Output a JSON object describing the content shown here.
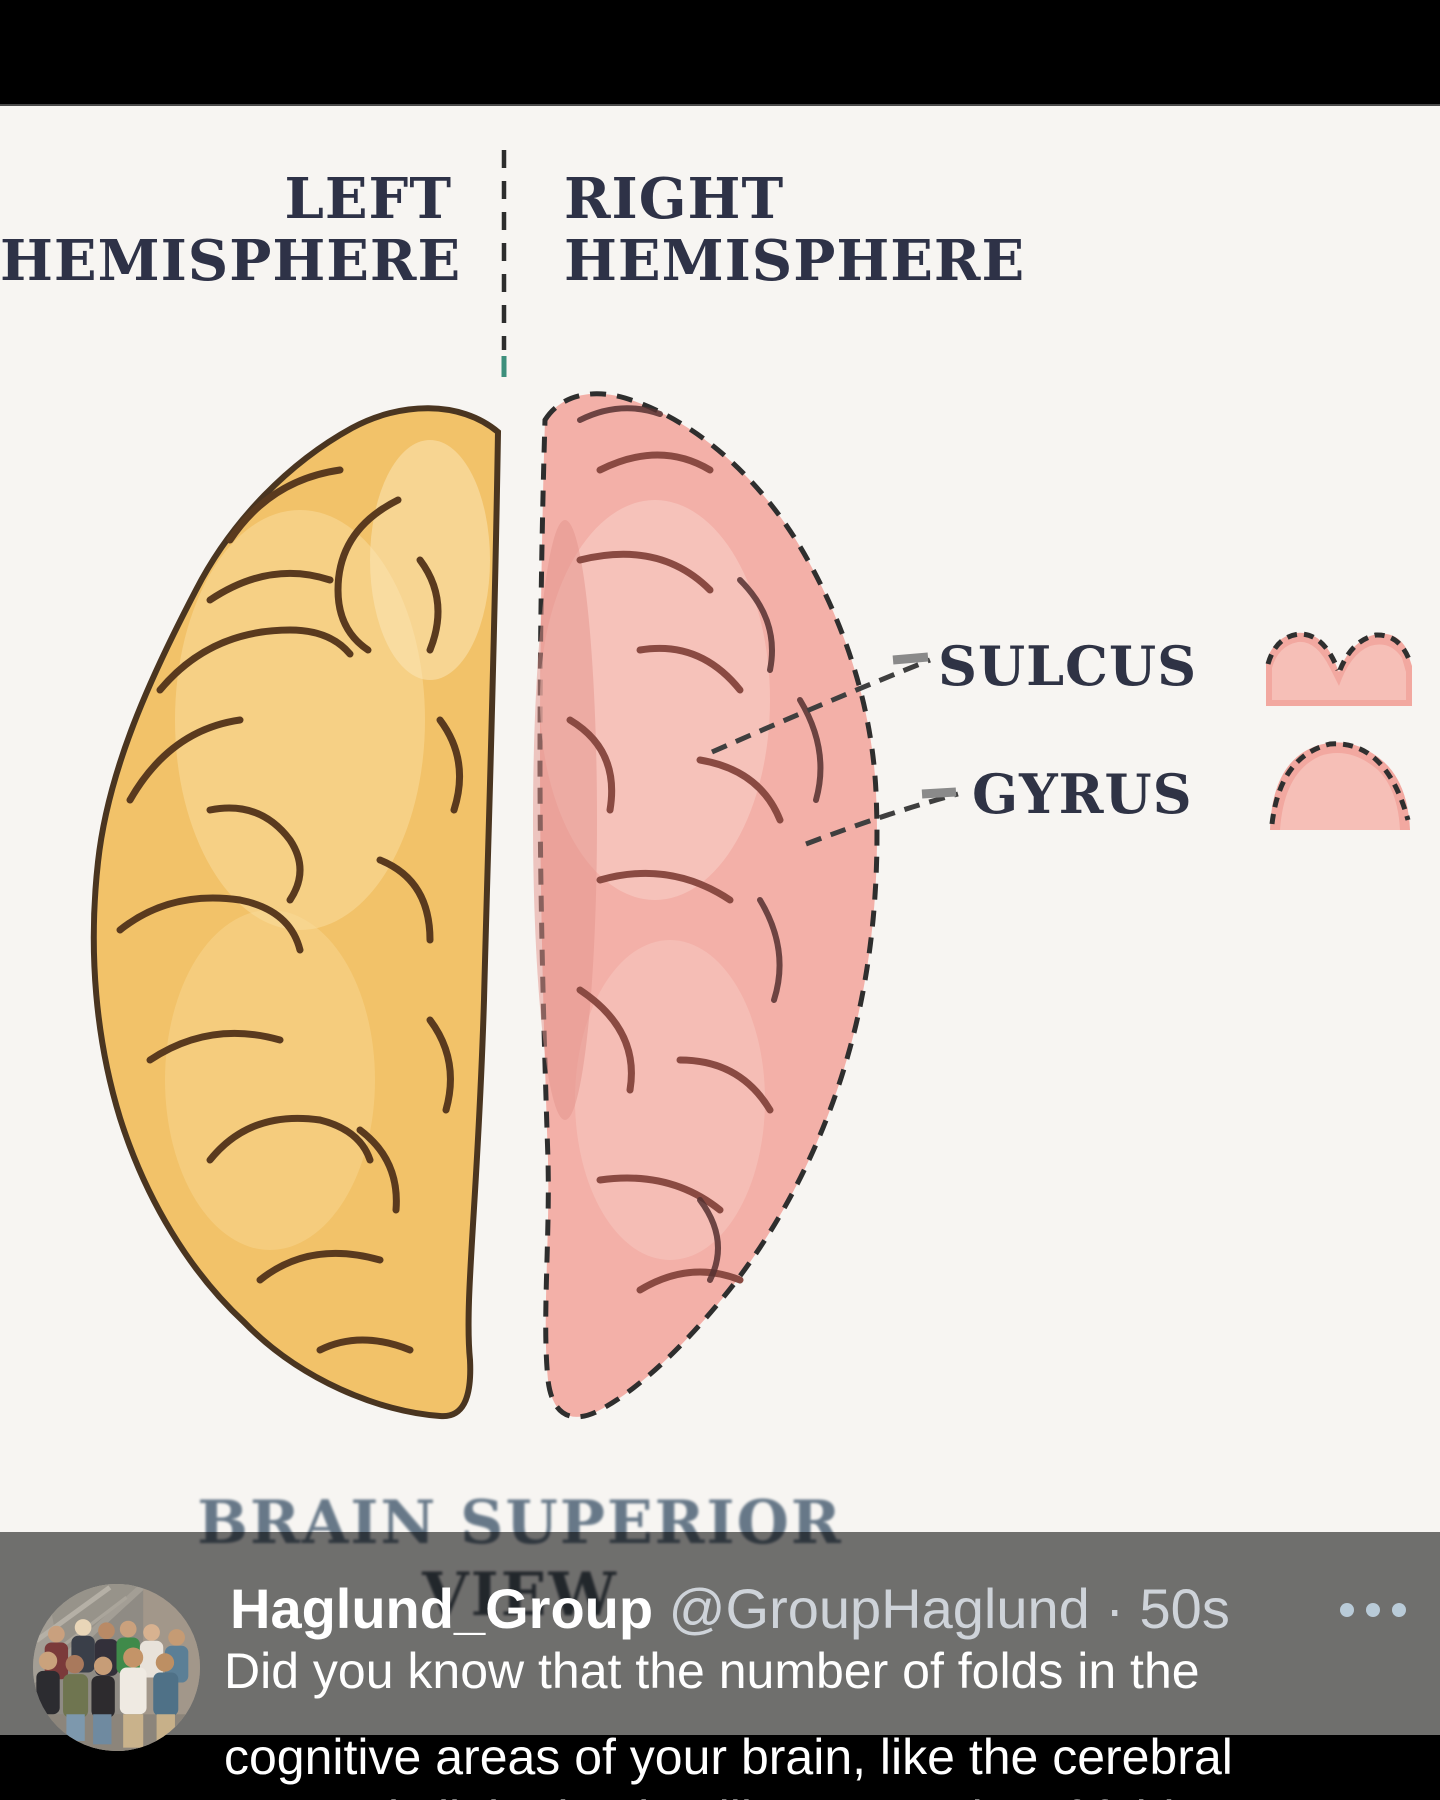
{
  "diagram": {
    "left_label_line1": "LEFT",
    "left_label_line2": "HEMISPHERE",
    "right_label_line1": "RIGHT",
    "right_label_line2": "HEMISPHERE",
    "annotation_sulcus": "SULCUS",
    "annotation_gyrus": "GYRUS",
    "caption_line1": "BRAIN SUPERIOR",
    "caption_line2": "VIEW",
    "colors": {
      "left_hemisphere_fill": "#f2c269",
      "left_hemisphere_outline": "#4a3520",
      "right_hemisphere_fill": "#f3b0a8",
      "right_fold_stroke": "#8a4a42",
      "label_ink": "#2e3247",
      "caption_ink": "#5b6e80",
      "divider_teal_dash": "#3d8f7c"
    }
  },
  "tweet": {
    "display_name": "Haglund_Group",
    "handle": "@GroupHaglund",
    "separator": "·",
    "timestamp": "50s",
    "text_line1": "Did you know that the number of folds in the",
    "text_line2": "cognitive areas of your brain, like the cerebral",
    "text_line3_partial": "cortex, is linked to intelligence? A lot of folds"
  }
}
